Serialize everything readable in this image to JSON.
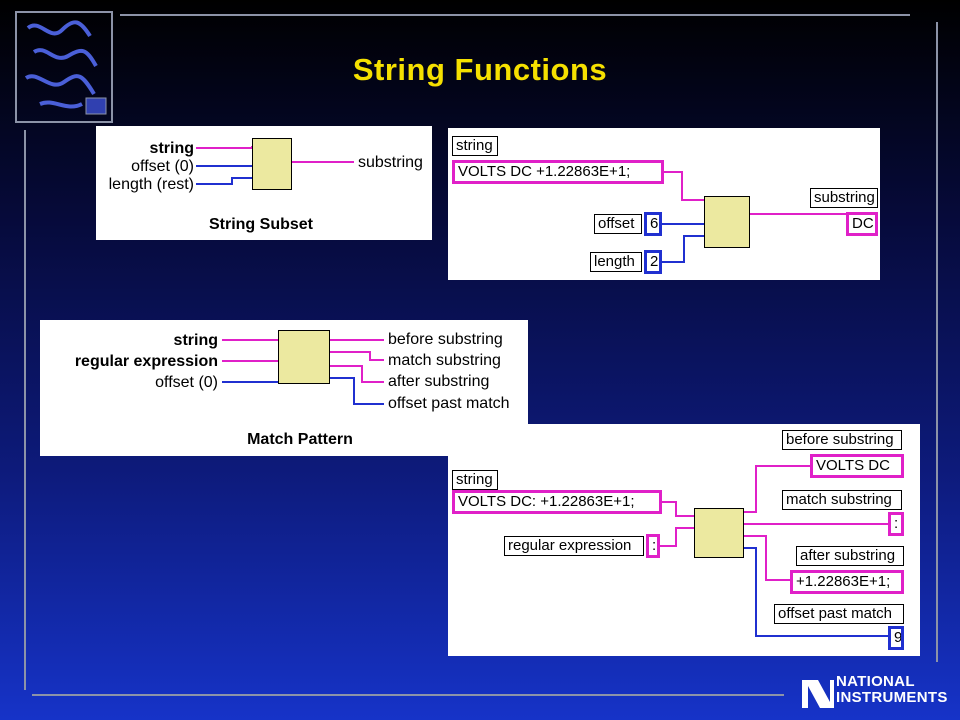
{
  "slide": {
    "title": "String Functions",
    "accent_title_color": "#f5e000",
    "logo_text_line1": "NATIONAL",
    "logo_text_line2": "INSTRUMENTS"
  },
  "string_subset": {
    "caption": "String Subset",
    "inputs": [
      "string",
      "offset (0)",
      "length (rest)"
    ],
    "output": "substring"
  },
  "subset_example": {
    "string_label": "string",
    "string_value": "VOLTS DC +1.22863E+1;",
    "offset_label": "offset",
    "offset_value": "6",
    "length_label": "length",
    "length_value": "2",
    "substring_label": "substring",
    "substring_value": "DC"
  },
  "match_pattern": {
    "caption": "Match Pattern",
    "inputs": [
      "string",
      "regular expression",
      "offset (0)"
    ],
    "outputs": [
      "before substring",
      "match substring",
      "after substring",
      "offset past match"
    ]
  },
  "match_example": {
    "string_label": "string",
    "string_value": "VOLTS DC: +1.22863E+1;",
    "regex_label": "regular expression",
    "regex_value": ":",
    "before_label": "before substring",
    "before_value": "VOLTS DC",
    "match_label": "match substring",
    "match_value": ":",
    "after_label": "after substring",
    "after_value": "+1.22863E+1;",
    "offset_label": "offset past match",
    "offset_value": "9"
  }
}
